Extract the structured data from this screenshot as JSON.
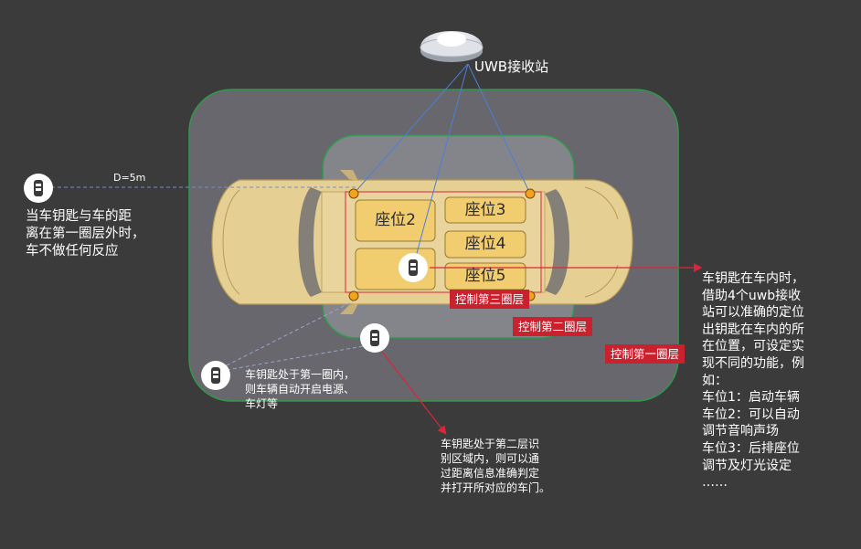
{
  "station": {
    "label": "UWB接收站"
  },
  "distance_label": "D=5m",
  "seats": [
    "座位2",
    "座位3",
    "座位4",
    "座位5"
  ],
  "zones": {
    "layer3": "控制第三圈层",
    "layer2": "控制第二圈层",
    "layer1": "控制第一圈层"
  },
  "notes": {
    "outside": "当车钥匙与车的距\n离在第一圈层外时，\n车不做任何反应",
    "layer1": "车钥匙处于第一圈内，\n则车辆自动开启电源、\n车灯等",
    "layer2": "车钥匙处于第二层识\n别区域内，则可以通\n过距离信息准确判定\n并打开所对应的车门。",
    "inside": "车钥匙在车内时，\n借助4个uwb接收\n站可以准确的定位\n出钥匙在车内的所\n在位置，可设定实\n现不同的功能，例\n如：\n车位1：启动车辆\n车位2：可以自动\n调节音响声场\n车位3：后排座位\n调节及灯光设定\n……"
  },
  "colors": {
    "background": "#3b3b3b",
    "zone_border": "#2f9a4a",
    "badge": "#c9212e",
    "car_body": "#e6cf93",
    "seat": "#f1cd70",
    "anchor": "#f2a41c",
    "signal_line": "#4d7fd6",
    "arrow": "#d9263a"
  },
  "icons": [
    "uwb-station-icon",
    "car-key-icon"
  ]
}
